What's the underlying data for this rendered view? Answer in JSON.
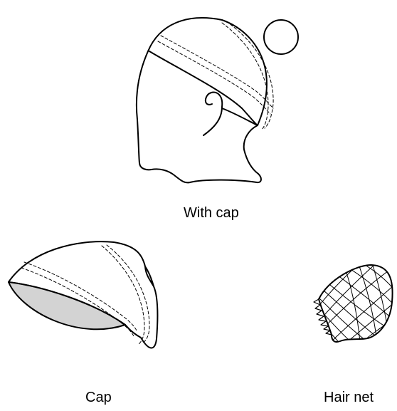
{
  "labels": {
    "with_cap": "With cap",
    "cap": "Cap",
    "hair_net": "Hair net"
  },
  "colors": {
    "stroke": "#000000",
    "cap_lining": "#d3d3d3",
    "background": "#ffffff"
  }
}
